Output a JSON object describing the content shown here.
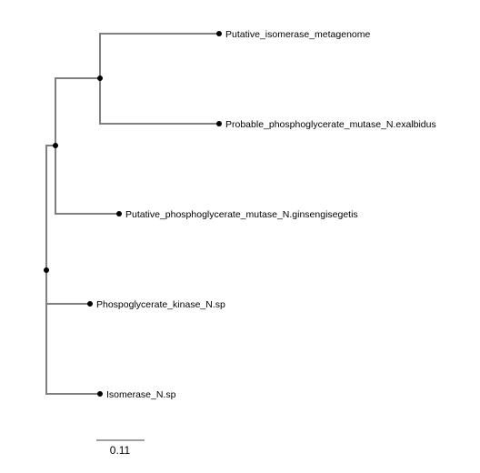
{
  "tree": {
    "leaves": [
      {
        "id": "leaf-1",
        "label": "Putative_isomerase_metagenome"
      },
      {
        "id": "leaf-2",
        "label": "Probable_phosphoglycerate_mutase_N.exalbidus"
      },
      {
        "id": "leaf-3",
        "label": "Putative_phosphoglycerate_mutase_N.ginsengisegetis"
      },
      {
        "id": "leaf-4",
        "label": "Phospoglycerate_kinase_N.sp"
      },
      {
        "id": "leaf-5",
        "label": "Isomerase_N.sp"
      }
    ],
    "scale_bar": {
      "label": "0.11"
    },
    "colors": {
      "branch": "#808080",
      "node": "#000000",
      "text": "#000000"
    }
  }
}
